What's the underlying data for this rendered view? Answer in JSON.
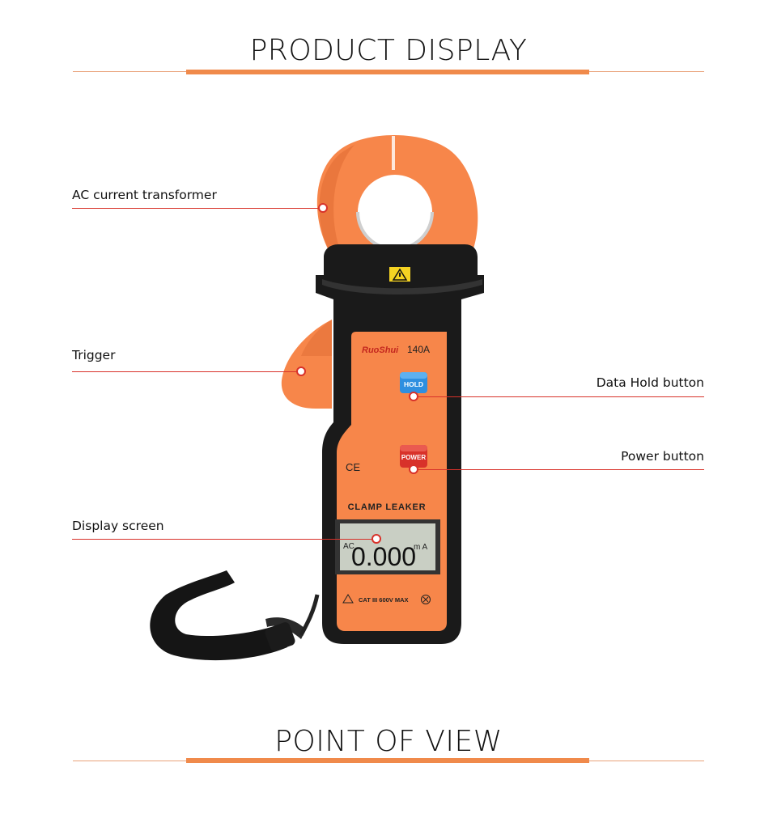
{
  "header": {
    "title": "PRODUCT DISPLAY"
  },
  "footer": {
    "title": "POINT OF VIEW"
  },
  "callouts": {
    "transformer": "AC current transformer",
    "trigger": "Trigger",
    "display": "Display screen",
    "hold": "Data Hold button",
    "power": "Power button"
  },
  "device": {
    "brand": "RuoShui",
    "model": "140A",
    "name": "CLAMP LEAKER",
    "hold_label": "HOLD",
    "power_label": "POWER",
    "ce_mark": "CE",
    "lcd_mode": "AC",
    "lcd_reading": "0.000",
    "lcd_unit": "m A",
    "rating": "CAT III 600V MAX"
  },
  "colors": {
    "accent": "#f08a4b",
    "body_orange": "#f7864a",
    "callout_red": "#d8322a",
    "housing_black": "#1a1a1a"
  }
}
